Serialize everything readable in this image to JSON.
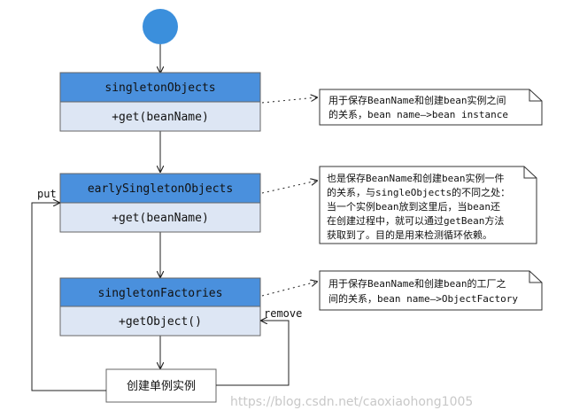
{
  "classes": [
    {
      "name": "singletonObjects",
      "method": "+get(beanName)"
    },
    {
      "name": "earlySingletonObjects",
      "method": "+get(beanName)"
    },
    {
      "name": "singletonFactories",
      "method": "+getObject()"
    }
  ],
  "process_box": "创建单例实例",
  "edge_labels": {
    "put": "put",
    "remove": "remove"
  },
  "notes": [
    {
      "lines": [
        "用于保存BeanName和创建bean实例之间",
        "的关系，bean name—>bean instance"
      ]
    },
    {
      "lines": [
        "也是保存BeanName和创建bean实例一件",
        "的关系，与singleObjects的不同之处：",
        "当一个实例bean放到这里后，当bean还",
        "在创建过程中，就可以通过getBean方法",
        "获取到了。目的是用来检测循环依赖。"
      ]
    },
    {
      "lines": [
        "用于保存BeanName和创建bean的工厂之",
        "间的关系，bean name—>ObjectFactory"
      ]
    }
  ],
  "watermark": "https://blog.csdn.net/caoxiaohong1005",
  "colors": {
    "start_node": "#3b8fdc",
    "class_header": "#4a90dd",
    "class_body": "#dde6f4",
    "border": "#666666",
    "line": "#222222",
    "watermark": "#c8c8c8"
  }
}
